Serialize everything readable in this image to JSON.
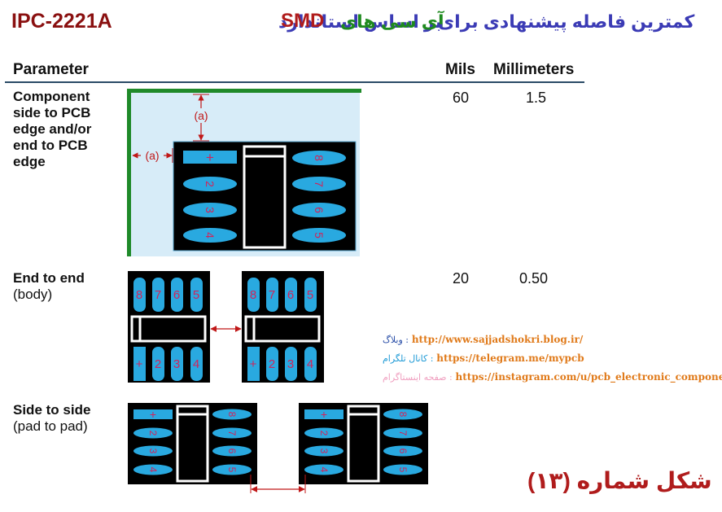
{
  "title": {
    "part1": "کمترین فاصله پیشنهادی برای",
    "part2": "آی سی های",
    "part3": "SMD",
    "part4": "بر اساس استاندارد",
    "part5": "IPC-2221A",
    "colors": {
      "blue": "#3b3bb5",
      "green": "#1e8a1e",
      "red": "#b01c1c",
      "dark_red": "#8a1010"
    }
  },
  "table": {
    "headers": {
      "parameter": "Parameter",
      "mils": "Mils",
      "mm": "Millimeters"
    },
    "rows": [
      {
        "label_bold": "Component side to PCB edge and/or end to PCB edge",
        "label_sub": "",
        "mils": "60",
        "mm": "1.5"
      },
      {
        "label_bold": "End to end",
        "label_sub": "(body)",
        "mils": "20",
        "mm": "0.50"
      },
      {
        "label_bold": "Side to side",
        "label_sub": "(pad to pad)",
        "mils": "",
        "mm": ""
      }
    ]
  },
  "diagram": {
    "dimension_label": "(a)",
    "pins_left": [
      "+",
      "2",
      "3",
      "4"
    ],
    "pins_right": [
      "8",
      "7",
      "6",
      "5"
    ],
    "colors": {
      "board_bg": "#d7ecf8",
      "board_edge": "#1f8a2a",
      "chip_body": "#000000",
      "pad": "#29a9e0",
      "pin_text": "#d0245a",
      "arrow": "#c01818"
    }
  },
  "links": {
    "weblog_label": "وبلاگ :",
    "weblog_url": "http://www.sajjadshokri.blog.ir/",
    "telegram_label": "کانال تلگرام :",
    "telegram_url": "https://telegram.me/mypcb",
    "instagram_label": "صفحه اینستاگرام :",
    "instagram_url": "https://instagram.com/u/pcb_electronic_component"
  },
  "figure_caption": "شکل شماره (۱۳)"
}
